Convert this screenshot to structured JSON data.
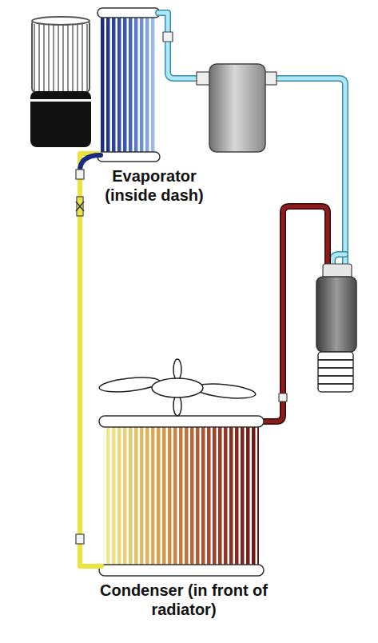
{
  "diagram": {
    "nodes": [
      {
        "text": [
          "Evaporator (inside dash)"
        ]
      },
      {
        "text": [
          "Condenser (in front of radiator)"
        ]
      }
    ],
    "edges": [
      {
        "from": 1,
        "to": 0,
        "arrow": "none"
      }
    ]
  }
}
